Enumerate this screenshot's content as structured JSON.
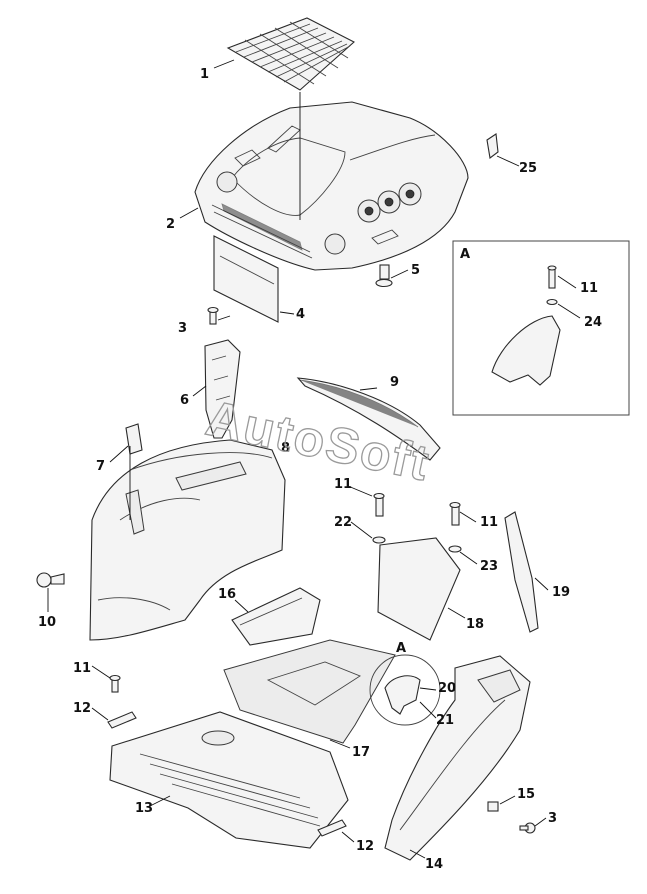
{
  "watermark": "AutoSoft",
  "inset": {
    "label": "A"
  },
  "detail_callout": {
    "label": "A"
  },
  "callouts": [
    "1",
    "2",
    "25",
    "5",
    "3",
    "4",
    "6",
    "9",
    "7",
    "8",
    "11",
    "22",
    "11",
    "23",
    "19",
    "10",
    "16",
    "18",
    "20",
    "21",
    "11",
    "12",
    "17",
    "13",
    "15",
    "3",
    "12",
    "14",
    "11",
    "24"
  ]
}
